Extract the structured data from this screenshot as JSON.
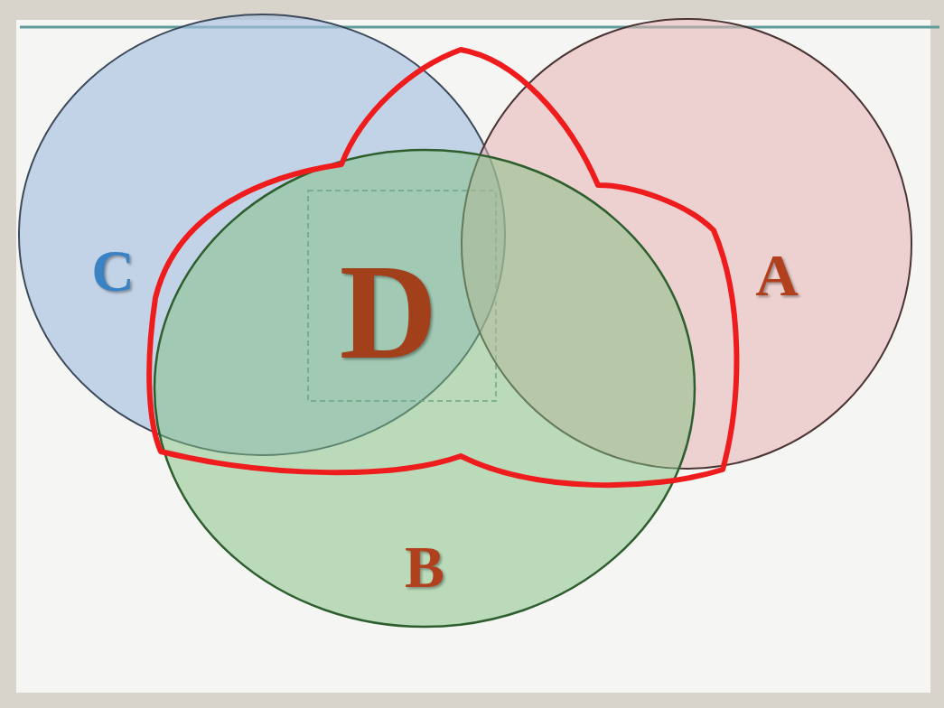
{
  "diagram": {
    "nodes": [
      {
        "text": [
          "C"
        ]
      },
      {
        "text": [
          "D"
        ]
      },
      {
        "text": [
          "A"
        ]
      },
      {
        "text": [
          "B"
        ]
      }
    ]
  }
}
